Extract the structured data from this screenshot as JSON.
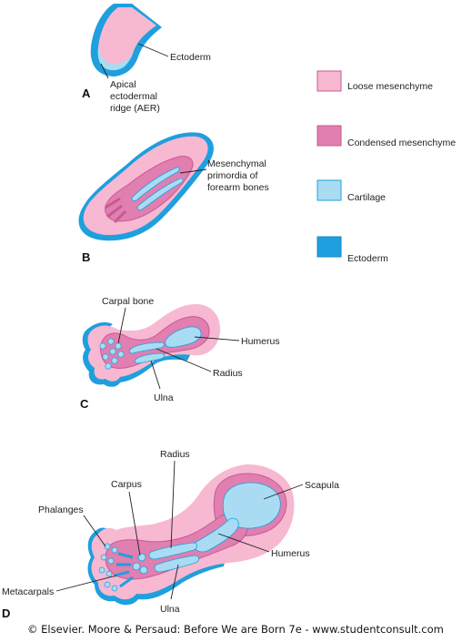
{
  "colors": {
    "loose_mesenchyme": "#f7b8d2",
    "condensed_mesenchyme": "#e07fb0",
    "cartilage": "#a9dcf2",
    "ectoderm": "#1f9fde",
    "outline": "#c75a92"
  },
  "legend": [
    {
      "key": "loose",
      "label": "Loose mesenchyme"
    },
    {
      "key": "condensed",
      "label": "Condensed mesenchyme"
    },
    {
      "key": "cartilage",
      "label": "Cartilage"
    },
    {
      "key": "ectoderm",
      "label": "Ectoderm"
    }
  ],
  "panels": {
    "A": {
      "letter": "A",
      "ectoderm_label": "Ectoderm",
      "aer_label": [
        "Apical",
        "ectodermal",
        "ridge (AER)"
      ]
    },
    "B": {
      "letter": "B",
      "primordia_label": [
        "Mesenchymal",
        "primordia of",
        "forearm bones"
      ]
    },
    "C": {
      "letter": "C",
      "labels": {
        "carpal": "Carpal bone",
        "humerus": "Humerus",
        "radius": "Radius",
        "ulna": "Ulna"
      }
    },
    "D": {
      "letter": "D",
      "labels": {
        "radius": "Radius",
        "carpus": "Carpus",
        "scapula": "Scapula",
        "phalanges": "Phalanges",
        "humerus": "Humerus",
        "metacarpals": "Metacarpals",
        "ulna": "Ulna"
      }
    }
  },
  "copyright": "© Elsevier. Moore & Persaud: Before We are Born 7e - www.studentconsult.com"
}
